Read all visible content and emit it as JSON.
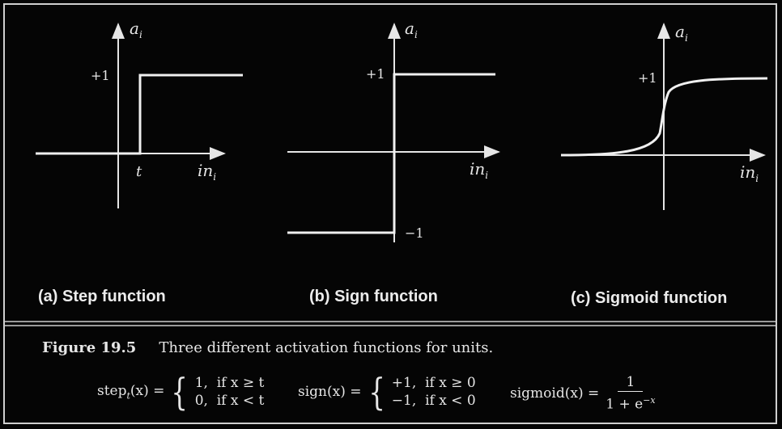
{
  "panels": [
    {
      "id": "step",
      "caption": "(a) Step function",
      "y_label": "a",
      "y_sub": "i",
      "x_label": "in",
      "x_sub": "i",
      "tick_top": "+1",
      "tick_x": "t"
    },
    {
      "id": "sign",
      "caption": "(b) Sign function",
      "y_label": "a",
      "y_sub": "i",
      "x_label": "in",
      "x_sub": "i",
      "tick_top": "+1",
      "tick_bottom": "−1"
    },
    {
      "id": "sigmoid",
      "caption": "(c) Sigmoid function",
      "y_label": "a",
      "y_sub": "i",
      "x_label": "in",
      "x_sub": "i",
      "tick_top": "+1"
    }
  ],
  "figure": {
    "number": "Figure 19.5",
    "caption": "Three different activation functions for units."
  },
  "formulas": {
    "step": {
      "lhs": "step",
      "lhs_sub": "t",
      "lhs_arg": "(x) =",
      "case1_val": "1,",
      "case1_cond": "if x ≥ t",
      "case2_val": "0,",
      "case2_cond": "if x < t"
    },
    "sign": {
      "lhs": "sign(x) =",
      "case1_val": "+1,",
      "case1_cond": "if x ≥ 0",
      "case2_val": "−1,",
      "case2_cond": "if x < 0"
    },
    "sigmoid": {
      "lhs": "sigmoid(x) =",
      "numerator": "1",
      "denominator": "1 + e",
      "exponent": "−x"
    }
  },
  "colors": {
    "background": "#050505",
    "foreground": "#e6e6e6"
  }
}
